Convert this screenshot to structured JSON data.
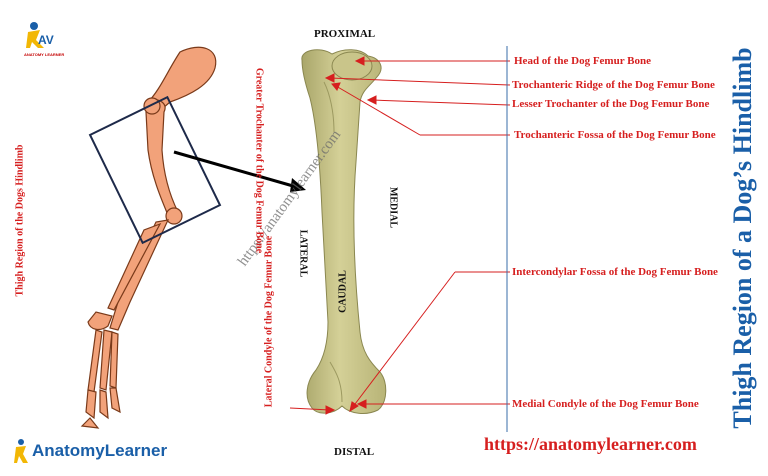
{
  "logo_top": {
    "initials": "AV",
    "small_text": "ANATOMY LEARNER"
  },
  "logo_bottom": {
    "text": "AnatomyLearner"
  },
  "left_vertical_label": "Thigh Region of the Dogs Hindlimb",
  "title_vertical": "Thigh Region of a Dog’s Hindlimb",
  "orientation": {
    "proximal": "PROXIMAL",
    "distal": "DISTAL",
    "lateral": "LATERAL",
    "medial": "MEDIAL",
    "caudal": "CAUDAL"
  },
  "labels": {
    "head": "Head of the Dog Femur Bone",
    "trochanteric_ridge": "Trochanteric Ridge of the Dog Femur Bone",
    "lesser_trochanter": "Lesser Trochanter of the Dog Femur Bone",
    "trochanteric_fossa": "Trochanteric Fossa of the Dog Femur Bone",
    "intercondylar_fossa": "Intercondylar Fossa  of the Dog Femur Bone",
    "medial_condyle": "Medial Condyle of the Dog Femur Bone",
    "greater_trochanter": "Greater Trochanter of the Dog Femur Bone",
    "lateral_condyle": "Lateral Condyle of the Dog Femur Bone"
  },
  "watermark": "https://anatomylearner.com",
  "website": "https://anatomylearner.com",
  "colors": {
    "bone": "#c9c58a",
    "bone_shade": "#a9a66a",
    "limb": "#f2a27a",
    "limb_outline": "#7a3a1a",
    "label_red": "#d61f1f",
    "title_blue": "#1a5fa8",
    "divider": "#3a6ea8"
  }
}
